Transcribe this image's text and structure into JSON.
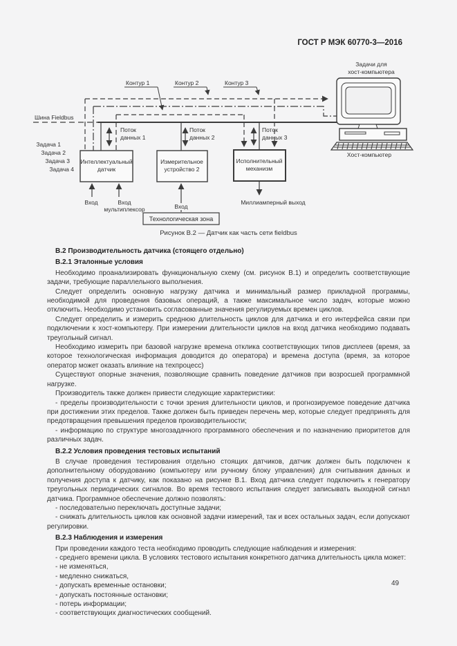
{
  "header": {
    "title": "ГОСТ Р МЭК 60770-3—2016"
  },
  "footer": {
    "page_number": "49"
  },
  "figure": {
    "caption": "Рисунок В.2 — Датчик как часть сети fieldbus",
    "bus_label": "Шина Fieldbus",
    "contours": [
      "Контур 1",
      "Контур 2",
      "Контур 3"
    ],
    "tasks": [
      "Задача 1",
      "Задача 2",
      "Задача 3",
      "Задача 4"
    ],
    "host_tasks": [
      "Задачи для",
      "хост-компьютера"
    ],
    "host_computer": "Хост-компьютер",
    "flows": [
      [
        "Поток",
        "данных 1"
      ],
      [
        "Поток",
        "данных 2"
      ],
      [
        "Поток",
        "данных 3"
      ]
    ],
    "boxes": [
      [
        "Интеллектуальный",
        "датчик"
      ],
      [
        "Измерительное",
        "устройство 2"
      ],
      [
        "Исполнительный",
        "механизм"
      ]
    ],
    "input1": "Вход",
    "input_mux": [
      "Вход",
      "мультиплексор"
    ],
    "input2": "Вход",
    "output_ma": "Миллиамперный выход",
    "tech_zone": "Технологическая зона"
  },
  "content": {
    "blocks": [
      {
        "type": "h",
        "text": "В.2 Производительность датчика (стоящего отдельно)"
      },
      {
        "type": "h",
        "text": "В.2.1 Эталонные условия"
      },
      {
        "type": "p",
        "text": "Необходимо проанализировать функциональную схему (см. рисунок В.1) и определить соответствующие задачи, требующие параллельного выполнения."
      },
      {
        "type": "p",
        "text": "Следует определить основную нагрузку датчика и минимальный размер прикладной программы, необходимой для проведения базовых операций, а также максимальное число задач, которые можно отключить. Необходимо установить согласованные значения регулируемых времен циклов."
      },
      {
        "type": "p",
        "text": "Следует определить и измерить среднюю длительность циклов для датчика и его интерфейса связи при подключении к хост-компьютеру. При измерении длительности циклов на вход датчика необходимо подавать треугольный сигнал."
      },
      {
        "type": "p",
        "text": "Необходимо измерить при базовой нагрузке времена отклика соответствующих типов дисплеев (время, за которое технологическая информация доводится до оператора) и времена доступа (время, за которое оператор может оказать влияние на техпроцесс)"
      },
      {
        "type": "p",
        "text": "Существуют опорные значения, позволяющие сравнить поведение датчиков при возросшей программной нагрузке."
      },
      {
        "type": "p",
        "text": "Производитель также должен привести следующие характеристики:"
      },
      {
        "type": "p",
        "text": "- пределы производительности с точки зрения длительности циклов, и прогнозируемое поведение датчика при достижении этих пределов. Также должен быть приведен перечень мер, которые следует предпринять для предотвращения превышения пределов производительности;"
      },
      {
        "type": "p",
        "text": "- информацию по структуре многозадачного программного обеспечения и по назначению приоритетов для различных задач."
      },
      {
        "type": "h",
        "text": "В.2.2 Условия проведения тестовых испытаний"
      },
      {
        "type": "p",
        "text": "В случае проведения тестирования отдельно стоящих датчиков, датчик должен быть подключен к дополнительному оборудованию (компьютеру или ручному блоку управления) для считывания данных и получения доступа к датчику, как показано на рисунке В.1. Вход датчика следует подключить к генератору треугольных периодических сигналов. Во время тестового испытания следует записывать выходной сигнал датчика. Программное обеспечение должно позволять:"
      },
      {
        "type": "p",
        "text": "- последовательно переключать доступные задачи;"
      },
      {
        "type": "p",
        "text": "- снижать длительность циклов как основной задачи измерений, так и всех остальных задач, если допускают регулировки."
      },
      {
        "type": "h",
        "text": "В.2.3 Наблюдения и измерения"
      },
      {
        "type": "p",
        "text": "При проведении каждого теста необходимо проводить следующие наблюдения и измерения:"
      },
      {
        "type": "p",
        "text": "- среднего времени цикла. В условиях тестового испытания конкретного датчика длительность цикла может:"
      },
      {
        "type": "p",
        "text": "- не изменяться,"
      },
      {
        "type": "p",
        "text": "- медленно снижаться,"
      },
      {
        "type": "p",
        "text": "- допускать временные остановки;"
      },
      {
        "type": "p",
        "text": "- допускать постоянные остановки;"
      },
      {
        "type": "p",
        "text": "- потерь информации;"
      },
      {
        "type": "p",
        "text": "- соответствующих диагностических сообщений."
      }
    ]
  }
}
